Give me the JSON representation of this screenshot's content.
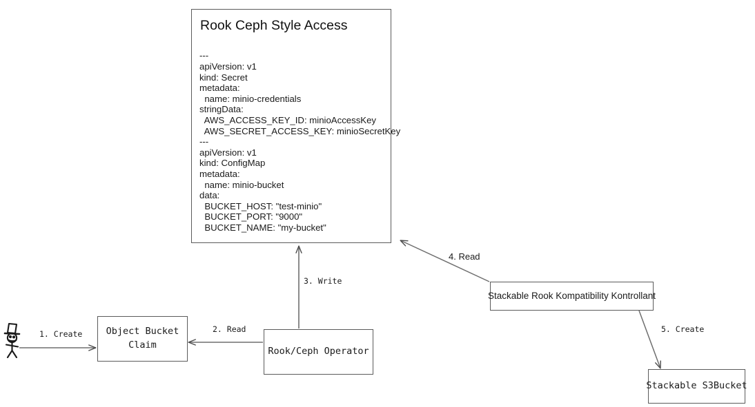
{
  "diagram": {
    "title": "Rook Ceph Style Access",
    "yaml": "---\napiVersion: v1\nkind: Secret\nmetadata:\n  name: minio-credentials\nstringData:\n  AWS_ACCESS_KEY_ID: minioAccessKey\n  AWS_SECRET_ACCESS_KEY: minioSecretKey\n---\napiVersion: v1\nkind: ConfigMap\nmetadata:\n  name: minio-bucket\ndata:\n  BUCKET_HOST: \"test-minio\"\n  BUCKET_PORT: \"9000\"\n  BUCKET_NAME: \"my-bucket\"",
    "line_color": "#5a5a5a",
    "text_color": "#1a1a1a",
    "background": "#ffffff",
    "nodes": {
      "actor": {
        "name": "stick-figure-actor"
      },
      "object_bucket_claim": {
        "label": "Object Bucket\nClaim"
      },
      "rook_ceph_operator": {
        "label": "Rook/Ceph Operator"
      },
      "srkk": {
        "label": "Stackable Rook Kompatibility Kontrollant"
      },
      "s3bucket": {
        "label": "Stackable S3Bucket"
      }
    },
    "edges": [
      {
        "id": "create-obc",
        "label": "1. Create",
        "from": "actor",
        "to": "object_bucket_claim"
      },
      {
        "id": "read-obc",
        "label": "2. Read",
        "from": "rook_ceph_operator",
        "to": "object_bucket_claim"
      },
      {
        "id": "write-yaml",
        "label": "3. Write",
        "from": "rook_ceph_operator",
        "to": "yaml_card"
      },
      {
        "id": "read-yaml",
        "label": "4. Read",
        "from": "srkk",
        "to": "yaml_card"
      },
      {
        "id": "create-s3bucket",
        "label": "5. Create",
        "from": "srkk",
        "to": "s3bucket"
      }
    ]
  }
}
